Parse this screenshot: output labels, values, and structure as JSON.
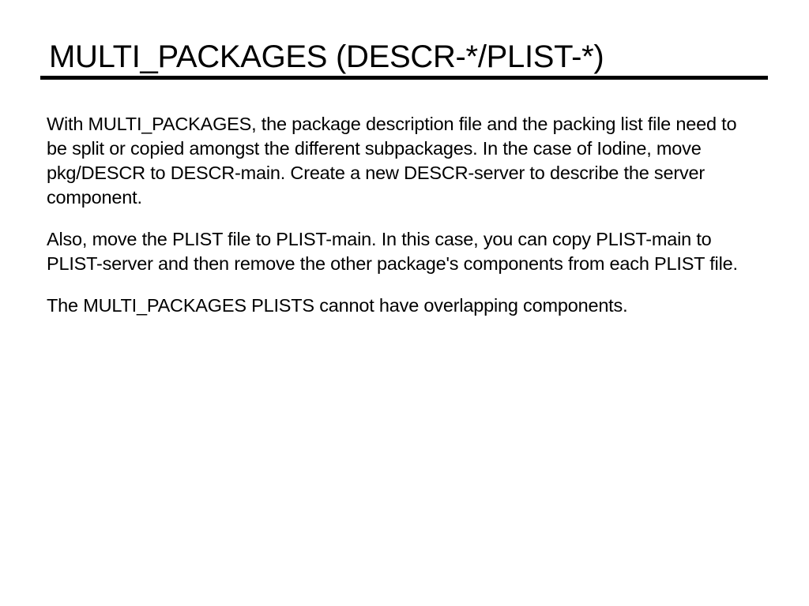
{
  "slide": {
    "title": "MULTI_PACKAGES (DESCR-*/PLIST-*)",
    "paragraphs": [
      "With MULTI_PACKAGES, the package description file and the packing list file need to be split or copied amongst the different subpackages.  In the case of Iodine, move pkg/DESCR to DESCR-main.  Create a new DESCR-server to describe the server component.",
      "Also, move the PLIST file to PLIST-main.  In this case, you can copy PLIST-main to PLIST-server and then remove the other package's components from each PLIST file.",
      "The MULTI_PACKAGES PLISTS cannot have overlapping components."
    ]
  }
}
